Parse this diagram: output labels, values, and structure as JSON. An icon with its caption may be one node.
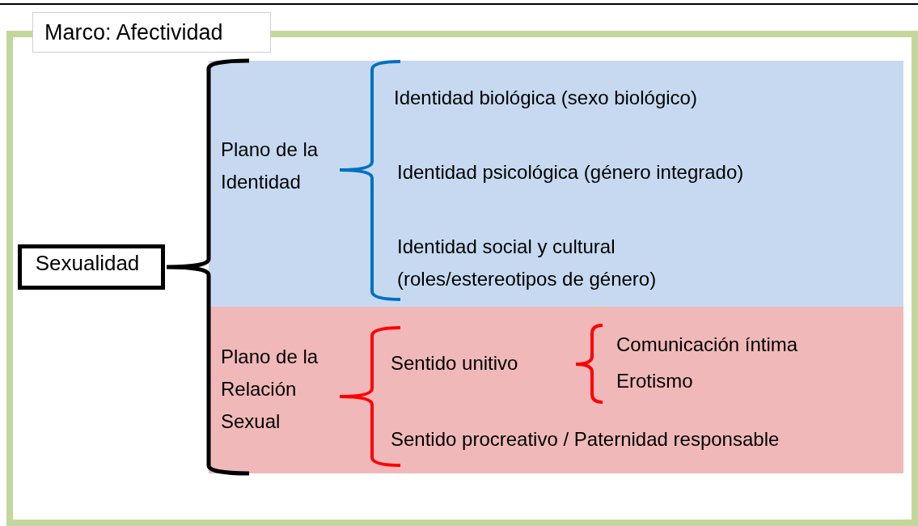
{
  "diagram": {
    "nodes": [
      {
        "text": [
          "Marco: Afectividad"
        ]
      },
      {
        "text": [
          "Sexualidad"
        ],
        "in": 0
      },
      {
        "text": [
          "Plano de la Identidad",
          "Identidad biológica (sexo biológico)",
          "Identidad psicológica (género integrado)",
          "Identidad social y cultural (roles/estereotipos de género)"
        ],
        "in": 0
      },
      {
        "text": [
          "Plano de la Relación Sexual",
          "Sentido unitivo",
          "Comunicación íntima",
          "Erotismo",
          "Sentido procreativo / Paternidad responsable"
        ],
        "in": 0
      }
    ]
  }
}
